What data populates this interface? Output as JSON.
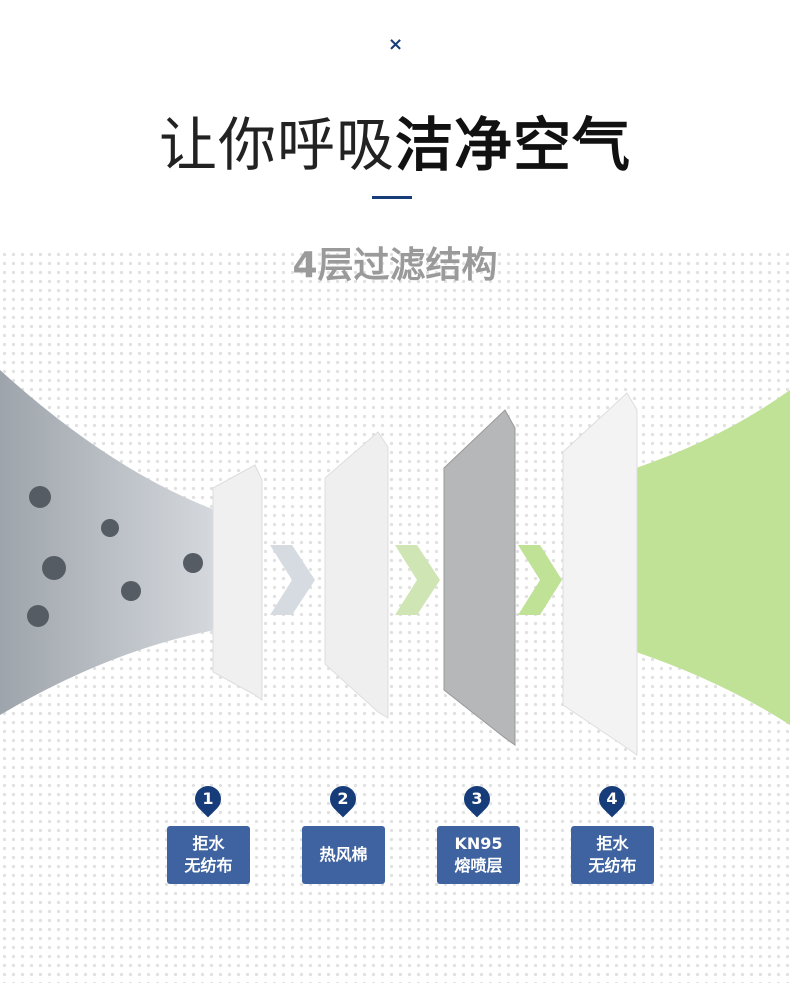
{
  "close_mark": "×",
  "title": {
    "light": "让你呼吸",
    "bold": "洁净空气"
  },
  "subtitle": "4层过滤结构",
  "layers": [
    {
      "number": "1",
      "line1": "拒水",
      "line2": "无纺布"
    },
    {
      "number": "2",
      "line1": "热风棉",
      "line2": ""
    },
    {
      "number": "3",
      "line1": "KN95",
      "line2": "熔喷层"
    },
    {
      "number": "4",
      "line1": "拒水",
      "line2": "无纺布"
    }
  ],
  "colors": {
    "accent": "#163d7a",
    "label_bg": "#3f63a0",
    "clean_air": "#bfe297"
  }
}
